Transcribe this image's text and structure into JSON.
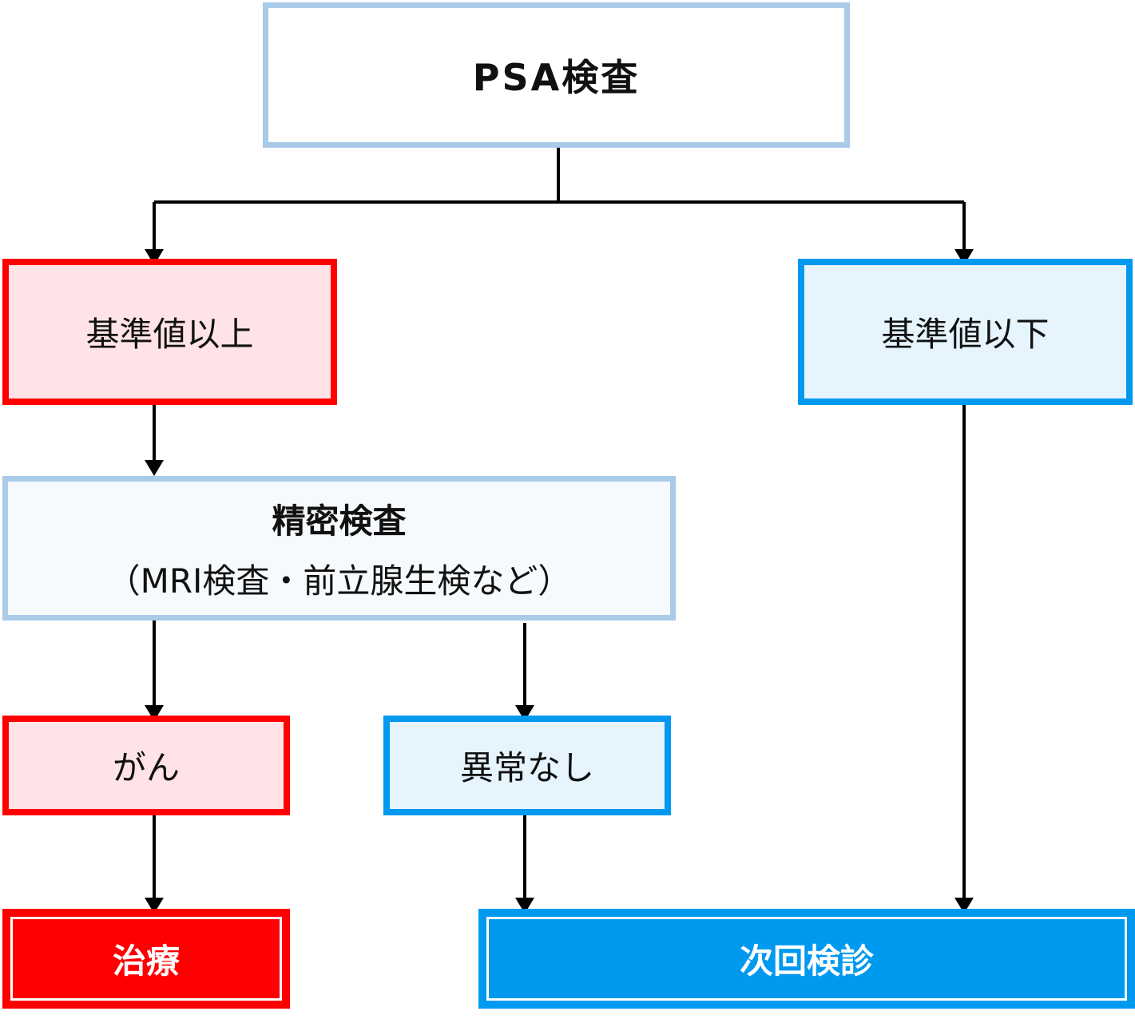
{
  "nodes": {
    "psa": "PSA検査",
    "above": "基準値以上",
    "below": "基準値以下",
    "detail_title": "精密検査",
    "detail_sub": "（MRI検査・前立腺生検など）",
    "cancer": "がん",
    "normal": "異常なし",
    "treatment": "治療",
    "next_checkup": "次回検診"
  },
  "colors": {
    "red_border": "#ff0000",
    "red_fill": "#ffe3e6",
    "blue_border": "#0099f0",
    "blue_fill": "#e5f4fd",
    "neutral_border": "#a9cbe8",
    "connector": "#000000"
  }
}
